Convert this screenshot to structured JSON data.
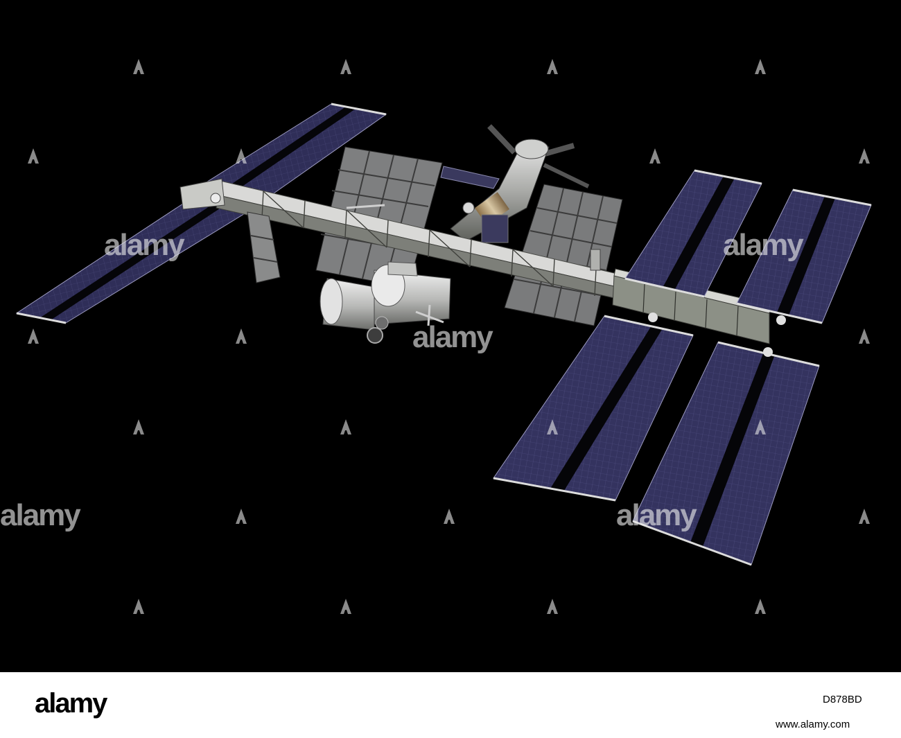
{
  "image": {
    "subject": "International Space Station 3D render",
    "background_color": "#000000"
  },
  "watermark": {
    "brand": "alamy",
    "icon": "alamy-a-icon"
  },
  "footer": {
    "logo": "alamy",
    "url": "www.alamy.com",
    "image_id": "D878BD"
  }
}
